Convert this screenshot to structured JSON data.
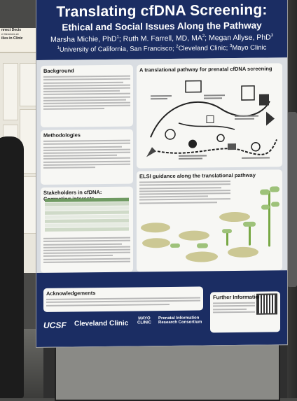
{
  "poster": {
    "title": "Translating cfDNA Screening:",
    "subtitle": "Ethical and Social Issues Along the Pathway",
    "authors": {
      "a1": "Marsha Michie, PhD",
      "s1": "1",
      "a2": "; Ruth M. Farrell, MD, MA",
      "s2": "2",
      "a3": "; Megan Allyse, PhD",
      "s3": "3"
    },
    "affiliations": {
      "s1": "1",
      "a1": "University of California, San Francisco; ",
      "s2": "2",
      "a2": "Cleveland Clinic; ",
      "s3": "3",
      "a3": "Mayo Clinic"
    },
    "sections": {
      "background": "Background",
      "methodologies": "Methodologies",
      "stakeholders": "Stakeholders in cfDNA: Competing interests",
      "pathway": "A translational pathway for prenatal cfDNA screening",
      "elsi": "ELSI guidance along the translational pathway",
      "acknowledgements": "Acknowledgements",
      "further": "Further Information"
    },
    "logos": {
      "ucsf": "UCSF",
      "cleveland": "Cleveland Clinic",
      "mayo": "MAYO CLINIC",
      "consortium": "Prenatal Information Research Consortium"
    }
  },
  "background_sign": {
    "line1": "nnect Decis",
    "line2": "e Members Ai",
    "line3": "ilies in Clinic"
  },
  "colors": {
    "poster_blue": "#1b2d63",
    "table_green": "#6f9a62",
    "plant_green": "#78a845"
  }
}
